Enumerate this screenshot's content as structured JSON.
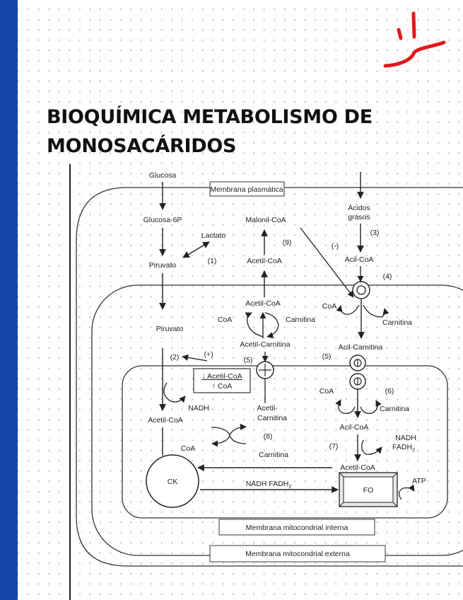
{
  "header": {
    "title_line1": "BIOQUÍMICA METABOLISMO DE",
    "title_line2": "MONOSACÁRIDOS"
  },
  "colors": {
    "sidebar": "#1446a8",
    "doodle": "#e0181d"
  },
  "diagram": {
    "glucosa": "Glucosa",
    "glucosa6p": "Glucosa-6P",
    "lactato": "Lactato",
    "piruvato_cyto": "Piruvato",
    "piruvato_mito": "Piruvato",
    "membrana_plasmatica": "Membrana plasmática",
    "malonil_coa": "Malonil-CoA",
    "acetil_coa_cyto": "Acetil-CoA",
    "acetil_coa_ims": "Acetil-CoA",
    "acetil_carnitina_ims": "Acetil-Carnitina",
    "coa_ims": "CoA",
    "carnitina_ims": "Carnitina",
    "acidos": "Ácidos",
    "grasos": "grasos",
    "acil_coa_cyto": "Acil-CoA",
    "coa_right_ims": "CoA",
    "carnitina_right_ims": "Carnitina",
    "acil_carnitina": "Acil-Carnitina",
    "reg_down": "↓ Acetil-CoA",
    "reg_up": "↑ CoA",
    "n1": "(1)",
    "n2": "(2)",
    "n3": "(3)",
    "n4": "(4)",
    "n5a": "(5)",
    "n5b": "(5)",
    "n6": "(6)",
    "n7": "(7)",
    "n8": "(8)",
    "n9": "(9)",
    "plus": "(+)",
    "minus": "(-)",
    "nadh_left": "NADH",
    "acetil_coa_matrix": "Acetil-CoA",
    "coa_matrix": "CoA",
    "acetil_matrix": "Acetil-",
    "carnitina_matrix": "Carnitina",
    "carnitina_matrix2": "Carnitina",
    "coa_right_matrix": "CoA",
    "carnitina_right_matrix": "Carnitina",
    "acil_coa_matrix": "Acil-CoA",
    "nadh_right": "NADH",
    "fadh_right": "FADH",
    "fadh_sub": "2",
    "acetil_coa_fo": "Acetil-CoA",
    "ck": "CK",
    "fo": "FO",
    "atp": "ATP",
    "nadh_fadh_bottom": "NADH FADH",
    "fadh_sub_bottom": "2",
    "membrana_interna": "Membrana mitocondrial interna",
    "membrana_externa": "Membrana mitocondrial externa"
  }
}
